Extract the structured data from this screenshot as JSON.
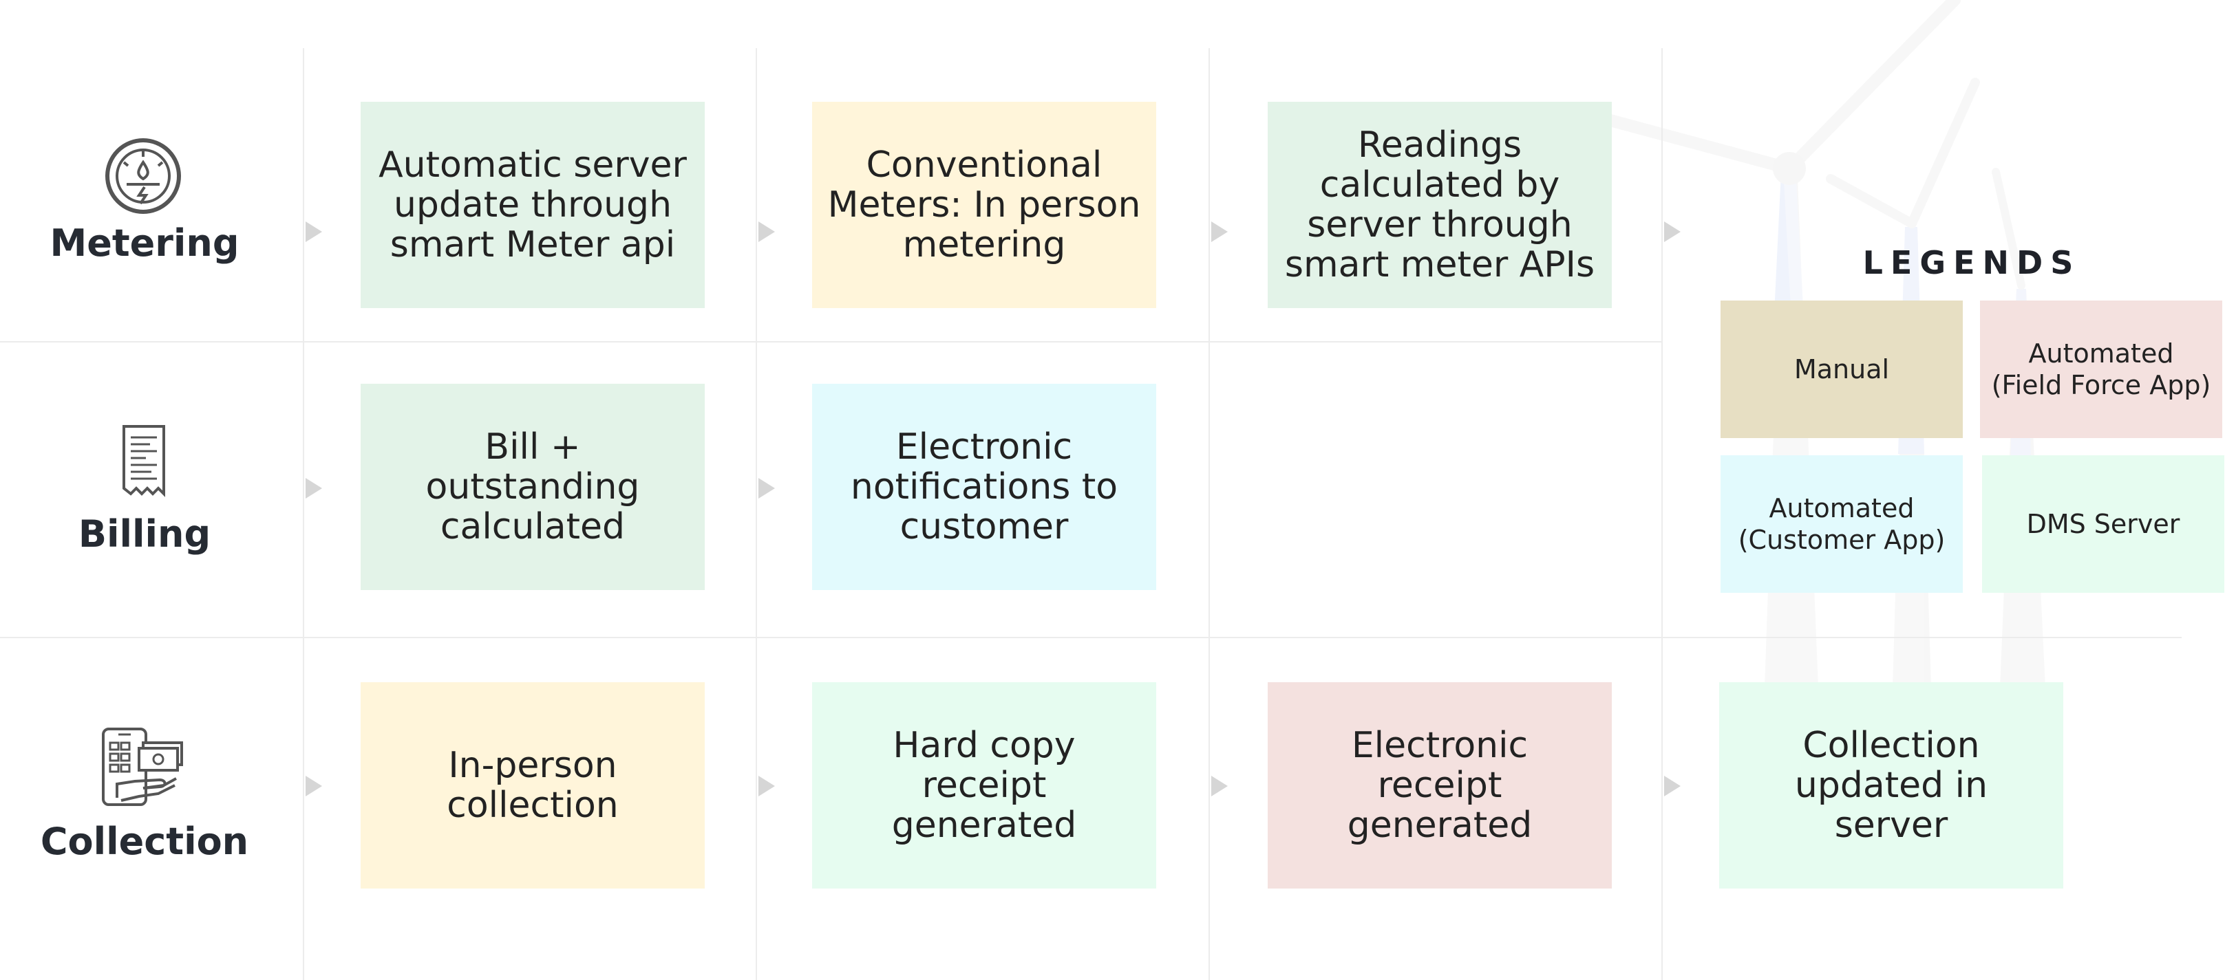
{
  "colors": {
    "green_light": "#e3f3e8",
    "yellow_light": "#fff5da",
    "cyan_light": "#e2fafd",
    "mint_light": "#e6fcf0",
    "pink_light": "#f4e1df",
    "manual_tan": "#e7dfc3",
    "grid_line": "#ececec",
    "arrow": "#d6d6d6",
    "icon_stroke": "#555555"
  },
  "rows": [
    {
      "label": "Metering",
      "icon": "gauge-icon",
      "steps": [
        {
          "text": "Automatic server\nupdate through\nsmart Meter api",
          "color": "#e3f3e8"
        },
        {
          "text": "Conventional\nMeters: In person\nmetering",
          "color": "#fff5da"
        },
        {
          "text": "Readings\ncalculated by\nserver through\nsmart meter APIs",
          "color": "#e3f3e8"
        }
      ]
    },
    {
      "label": "Billing",
      "icon": "receipt-icon",
      "steps": [
        {
          "text": "Bill +\noutstanding\ncalculated",
          "color": "#e3f3e8"
        },
        {
          "text": "Electronic\nnotifications to\ncustomer",
          "color": "#e2fafd"
        }
      ]
    },
    {
      "label": "Collection",
      "icon": "mobile-payment-icon",
      "steps": [
        {
          "text": "In-person\ncollection",
          "color": "#fff5da"
        },
        {
          "text": "Hard copy\nreceipt\ngenerated",
          "color": "#e6fcf0"
        },
        {
          "text": "Electronic\nreceipt\ngenerated",
          "color": "#f4e1df"
        },
        {
          "text": "Collection\nupdated in\nserver",
          "color": "#e6fcf0"
        }
      ]
    }
  ],
  "legend": {
    "title": "LEGENDS",
    "items": [
      {
        "label": "Manual",
        "color": "#e7dfc3"
      },
      {
        "label": "Automated\n(Field Force App)",
        "color": "#f4e1df"
      },
      {
        "label": "Automated\n(Customer App)",
        "color": "#e2fafd"
      },
      {
        "label": "DMS Server",
        "color": "#e6fcf0"
      }
    ]
  }
}
